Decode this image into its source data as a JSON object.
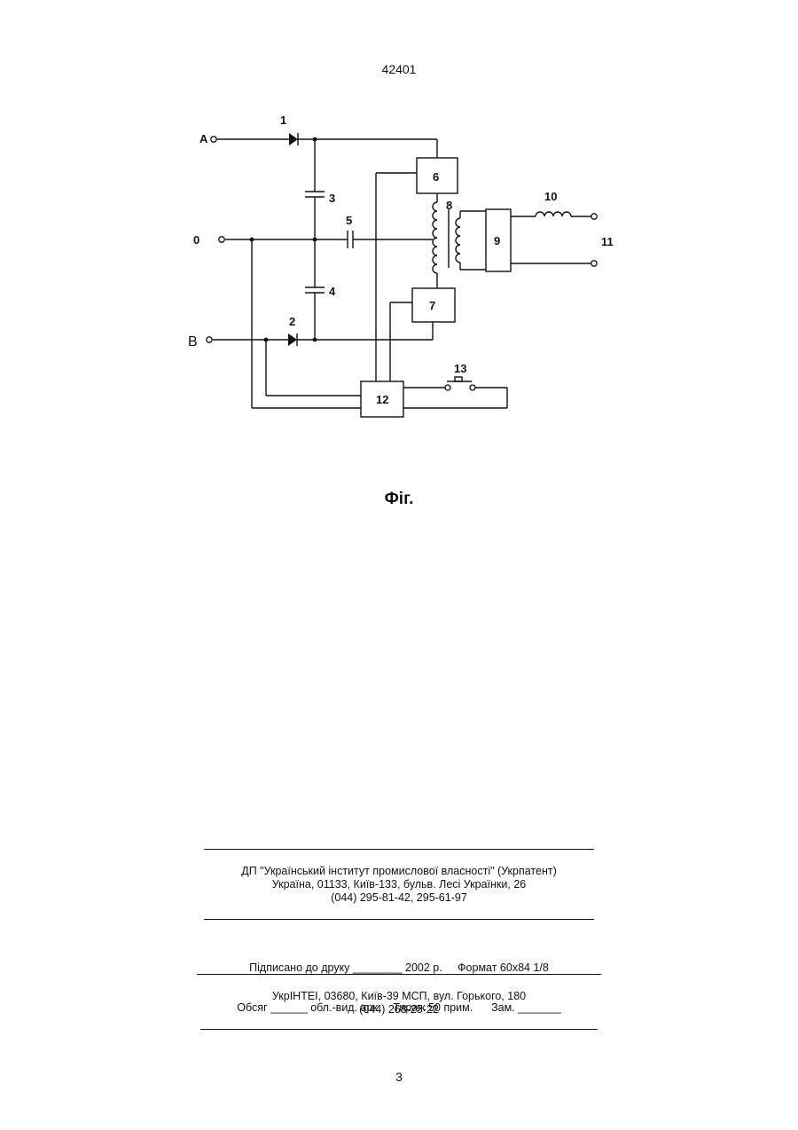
{
  "header": {
    "page_code": "42401"
  },
  "figure": {
    "caption": "Фіг.",
    "terminals": {
      "a": "A",
      "zero": "0",
      "b": "B",
      "output": "11"
    },
    "component_numbers": [
      "1",
      "2",
      "3",
      "4",
      "5",
      "6",
      "7",
      "8",
      "9",
      "10",
      "12",
      "13"
    ]
  },
  "imprint": {
    "publisher": [
      "ДП \"Український інститут промислової власності\" (Укрпатент)",
      "Україна, 01133, Київ-133, бульв. Лесі Українки, 26",
      "(044) 295-81-42, 295-61-97"
    ],
    "print_info": [
      "Підписано до друку ________ 2002 р.     Формат 60х84 1/8",
      "Обсяг ______ обл.-вид. арк.    Тираж 50 прим.      Зам. _______"
    ],
    "printer": [
      "УкрІНТЕІ, 03680, Київ-39 МСП, вул. Горького, 180",
      "(044) 268-25-22"
    ]
  },
  "footer": {
    "page_number": "3"
  }
}
